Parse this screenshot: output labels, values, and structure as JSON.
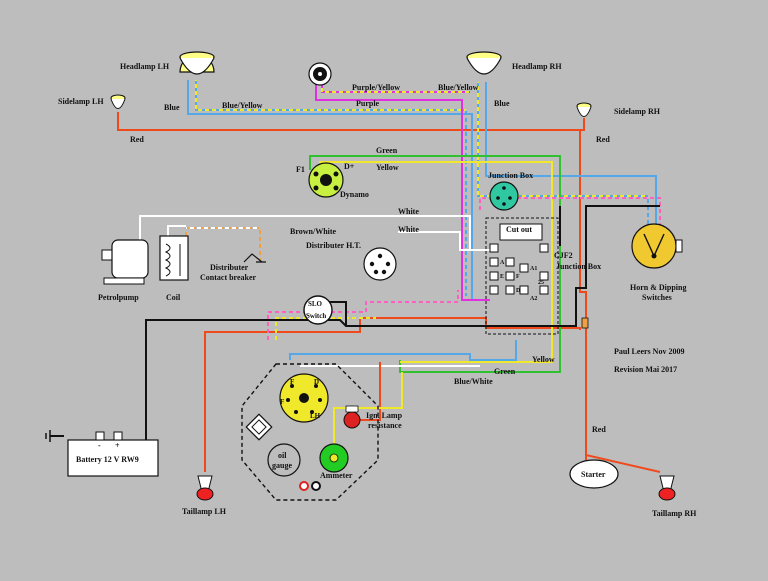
{
  "labels": {
    "headlamp_lh": "Headlamp LH",
    "headlamp_rh": "Headlamp RH",
    "sidelamp_lh": "Sidelamp LH",
    "sidelamp_rh": "Sidelamp RH",
    "blue_left": "Blue",
    "blue_yellow_left": "Blue/Yellow",
    "purple_yellow": "Purple/Yellow",
    "purple": "Purple",
    "blue_yellow_right": "Blue/Yellow",
    "blue_right": "Blue",
    "red_left": "Red",
    "red_right": "Red",
    "green_top": "Green",
    "yellow_top": "Yellow",
    "f1": "F1",
    "dplus": "D+",
    "dynamo": "Dynamo",
    "junction_box_top": "Junction Box",
    "white_1": "White",
    "white_2": "White",
    "cut_out": "Cut out",
    "cjf2": "CJF2",
    "junction_box_right": "Junction Box",
    "brown_white": "Brown/White",
    "distributer_ht": "Distributer H.T.",
    "distributer_cb_1": "Distributer",
    "distributer_cb_2": "Contact breaker",
    "petrolpump": "Petrolpump",
    "coil": "Coil",
    "horn_dipping_1": "Horn & Dipping",
    "horn_dipping_2": "Switches",
    "slo_switch_1": "SLO",
    "slo_switch_2": "Switch",
    "author": "Paul Leers Nov 2009",
    "revision": "Revision Mai 2017",
    "yellow_bottom": "Yellow",
    "green_bottom": "Green",
    "blue_white": "Blue/White",
    "ign_lamp_1": "Ign. Lamp",
    "ign_lamp_2": "resistance",
    "oil_gauge_1": "oil",
    "oil_gauge_2": "gauge",
    "ammeter": "Ammeter",
    "battery": "Battery 12 V  RW9",
    "battery_minus": "-",
    "battery_plus": "+",
    "starter": "Starter",
    "red_bottom": "Red",
    "taillamp_lh": "Taillamp LH",
    "taillamp_rh": "Taillamp RH",
    "switch_f": "F",
    "switch_d": "D",
    "switch_f2": "F",
    "switch_lh": "LH",
    "term_a": "A",
    "term_e": "E",
    "term_f": "F",
    "term_d": "D",
    "term_a1": "A1",
    "term_25": "25",
    "term_a2": "A2"
  },
  "colors": {
    "background": "#bdbdbd",
    "red": "#f04a1c",
    "blue": "#55a8e8",
    "yellow": "#f0e82a",
    "purple": "#e030e0",
    "green": "#30c030",
    "white": "#ffffff",
    "black": "#111111",
    "pink": "#ff5fc0",
    "orange": "#f0a040",
    "lamp_yellow": "#ffff88",
    "dynamo_green": "#c8f040",
    "junction_teal": "#30c8a0",
    "horn_yellow": "#f0c830",
    "ammeter_green": "#22cc22",
    "ign_red": "#dd2222",
    "tail_red": "#ee2222"
  }
}
